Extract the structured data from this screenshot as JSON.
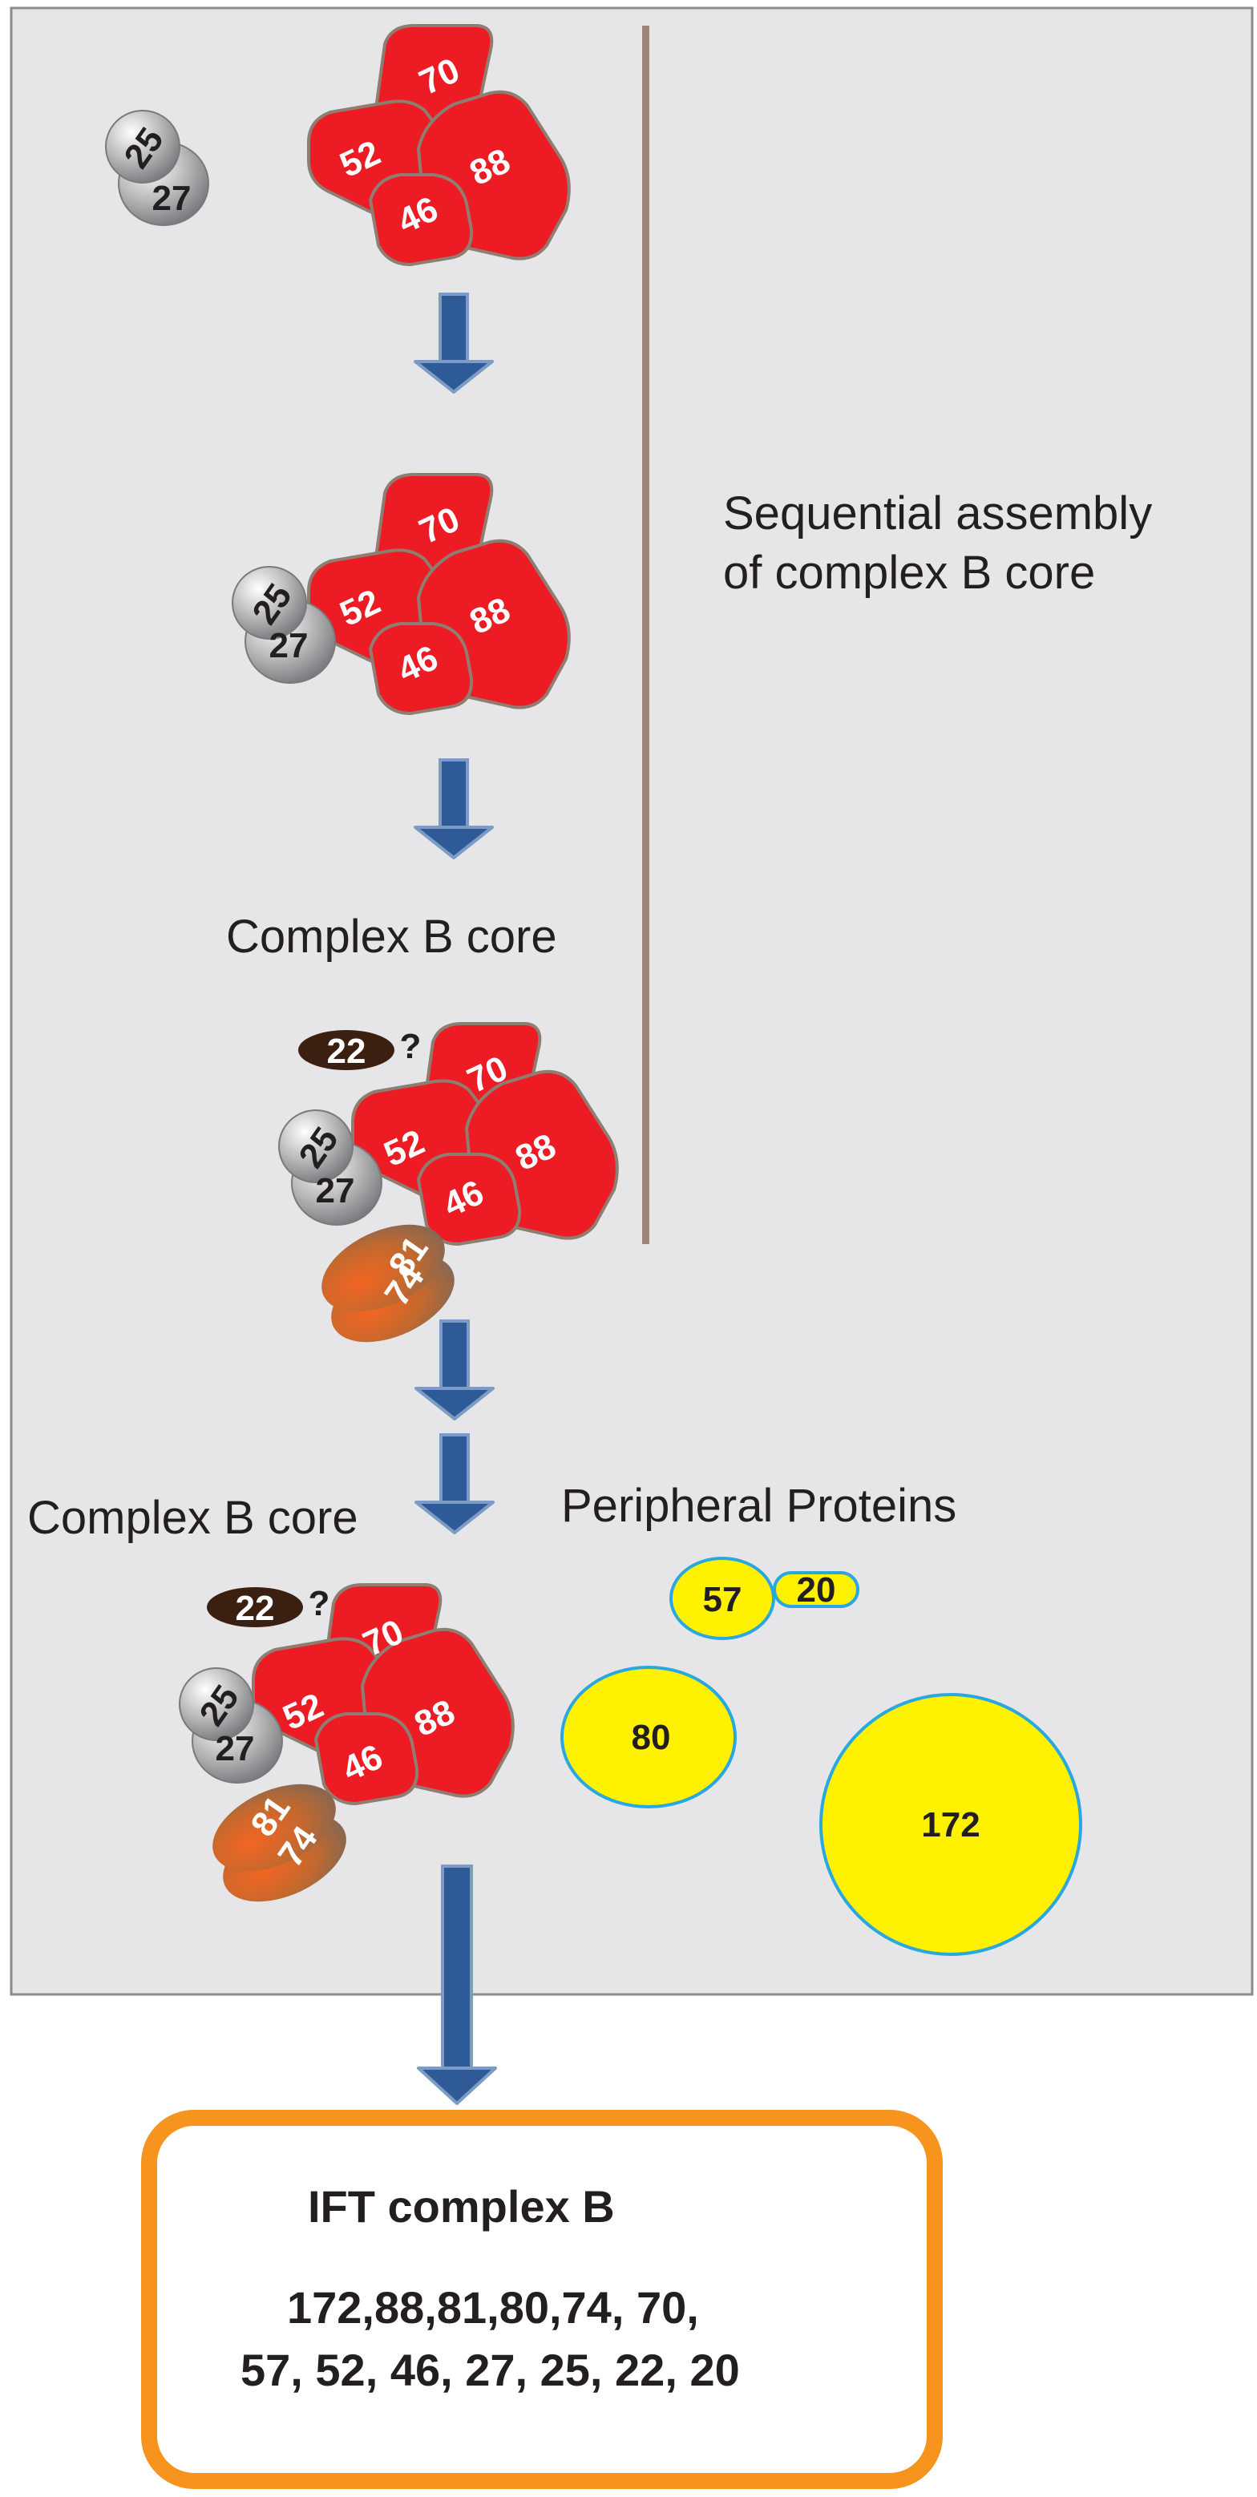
{
  "panel": {
    "fill": "#e6e6e8",
    "label_assembly_line1": "Sequential assembly",
    "label_assembly_line2": "of complex B core",
    "label_core_1": "Complex B core",
    "label_core_2": "Complex B core",
    "label_peripheral": "Peripheral Proteins",
    "question_mark": "?"
  },
  "proteins": {
    "p25": "25",
    "p27": "27",
    "p70": "70",
    "p52": "52",
    "p88": "88",
    "p46": "46",
    "p22": "22",
    "p81": "81",
    "p74": "74",
    "p57": "57",
    "p20": "20",
    "p80": "80",
    "p172": "172"
  },
  "result": {
    "title": "IFT complex B",
    "line1": "172,88,81,80,74, 70,",
    "line2": "57, 52, 46, 27, 25, 22, 20"
  },
  "colors": {
    "red": "#ed1c24",
    "red_stroke": "#8f7d72",
    "arrow": "#2e5b97",
    "divider": "#9e8479",
    "yellow": "#fff200",
    "yellow_stroke": "#29a8e0",
    "orange_box": "#f7941d",
    "brown_dark": "#3b1f10"
  }
}
